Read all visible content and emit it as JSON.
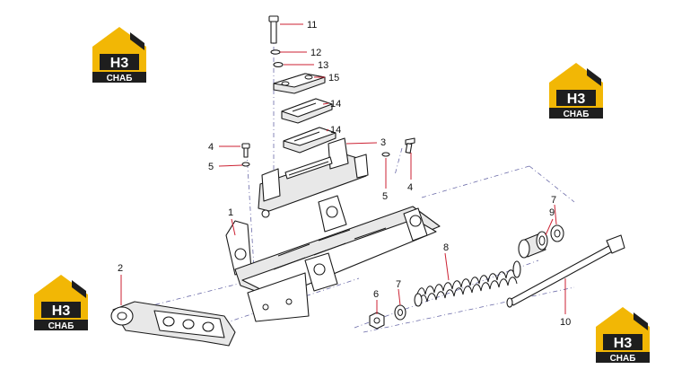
{
  "diagram": {
    "callouts": [
      "11",
      "12",
      "13",
      "15",
      "14",
      "14",
      "3",
      "4",
      "5",
      "5",
      "4",
      "1",
      "2",
      "9",
      "7",
      "8",
      "7",
      "6",
      "10"
    ],
    "logos": [
      {
        "mark": "H3",
        "caption": "СНАБ"
      },
      {
        "mark": "H3",
        "caption": "СНАБ"
      },
      {
        "mark": "H3",
        "caption": "СНАБ"
      },
      {
        "mark": "H3",
        "caption": "СНАБ"
      }
    ],
    "colors": {
      "leader": "#cc2233",
      "logo_yellow": "#f2b705",
      "logo_dark": "#1e1e1e",
      "centerline": "#6a6aa8"
    }
  }
}
